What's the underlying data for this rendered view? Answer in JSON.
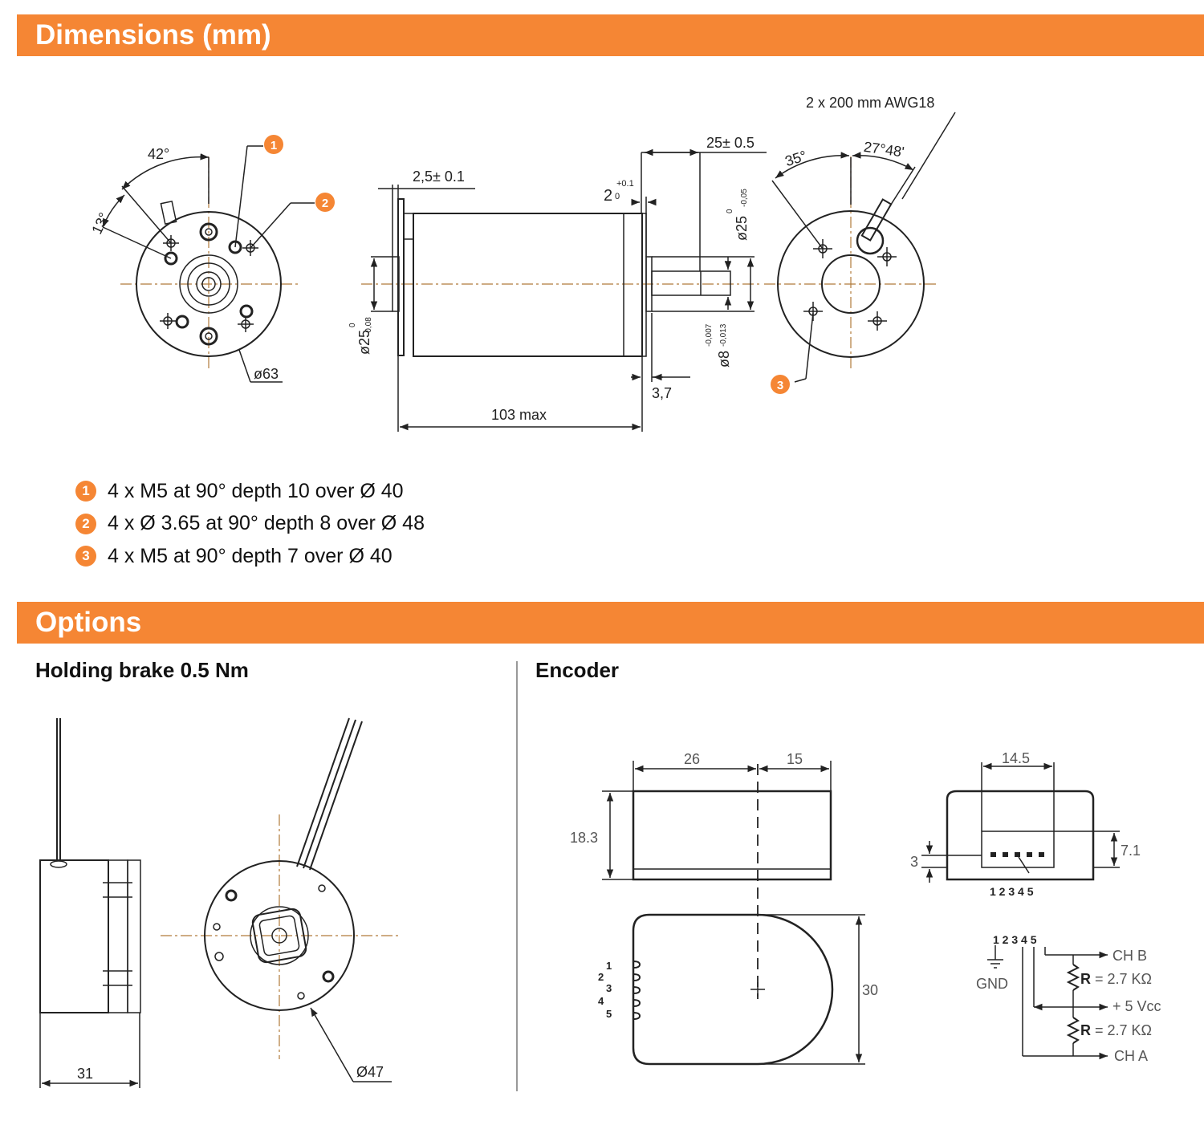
{
  "colors": {
    "accent": "#F58634",
    "bar_text": "#ffffff",
    "line": "#222222",
    "center_line": "#b07a3a"
  },
  "sections": {
    "dimensions_title": "Dimensions (mm)",
    "options_title": "Options"
  },
  "dimensions": {
    "front_view": {
      "angle_42": "42°",
      "angle_13": "13°",
      "diameter": "ø63",
      "callouts": [
        "1",
        "2"
      ]
    },
    "side_view": {
      "flange_thickness": "2,5± 0.1",
      "step": "2",
      "step_tol_upper": "+0.1",
      "step_tol_lower": "0",
      "shaft_length": "25± 0.5",
      "pilot_left": "ø25",
      "pilot_left_tol_upper": "0",
      "pilot_left_tol_lower": "-0,08",
      "pilot_right": "ø25",
      "pilot_right_tol_upper": "0",
      "pilot_right_tol_lower": "-0,05",
      "shaft_diameter": "ø8",
      "shaft_tol_upper": "-0,007",
      "shaft_tol_lower": "-0,013",
      "collar": "3,7",
      "overall_length": "103 max"
    },
    "rear_view": {
      "cable": "2 x 200 mm AWG18",
      "angle_35": "35°",
      "angle_27": "27°48'",
      "callout": "3"
    },
    "legend": [
      {
        "badge": "1",
        "text": "4 x M5 at  90° depth 10 over Ø 40"
      },
      {
        "badge": "2",
        "text": "4 x Ø 3.65 at 90° depth 8 over Ø 48"
      },
      {
        "badge": "3",
        "text": "4 x M5 at 90° depth 7 over Ø 40"
      }
    ]
  },
  "options": {
    "brake": {
      "title": "Holding brake 0.5 Nm",
      "length": "31",
      "diameter": "Ø47"
    },
    "encoder": {
      "title": "Encoder",
      "dim_26": "26",
      "dim_15": "15",
      "dim_18_3": "18.3",
      "dim_30": "30",
      "dim_14_5": "14.5",
      "dim_7_1": "7.1",
      "dim_3": "3",
      "pins": "1 2 3 4 5",
      "pin_labels": [
        "1",
        "2",
        "3",
        "4",
        "5"
      ],
      "wiring": {
        "gnd": "GND",
        "ch_b": "CH B",
        "r_top": "R",
        "r_top_value": "= 2.7 KΩ",
        "vcc": "+ 5 Vcc",
        "r_bottom": "R",
        "r_bottom_value": "= 2.7 KΩ",
        "ch_a": "CH A"
      }
    }
  }
}
